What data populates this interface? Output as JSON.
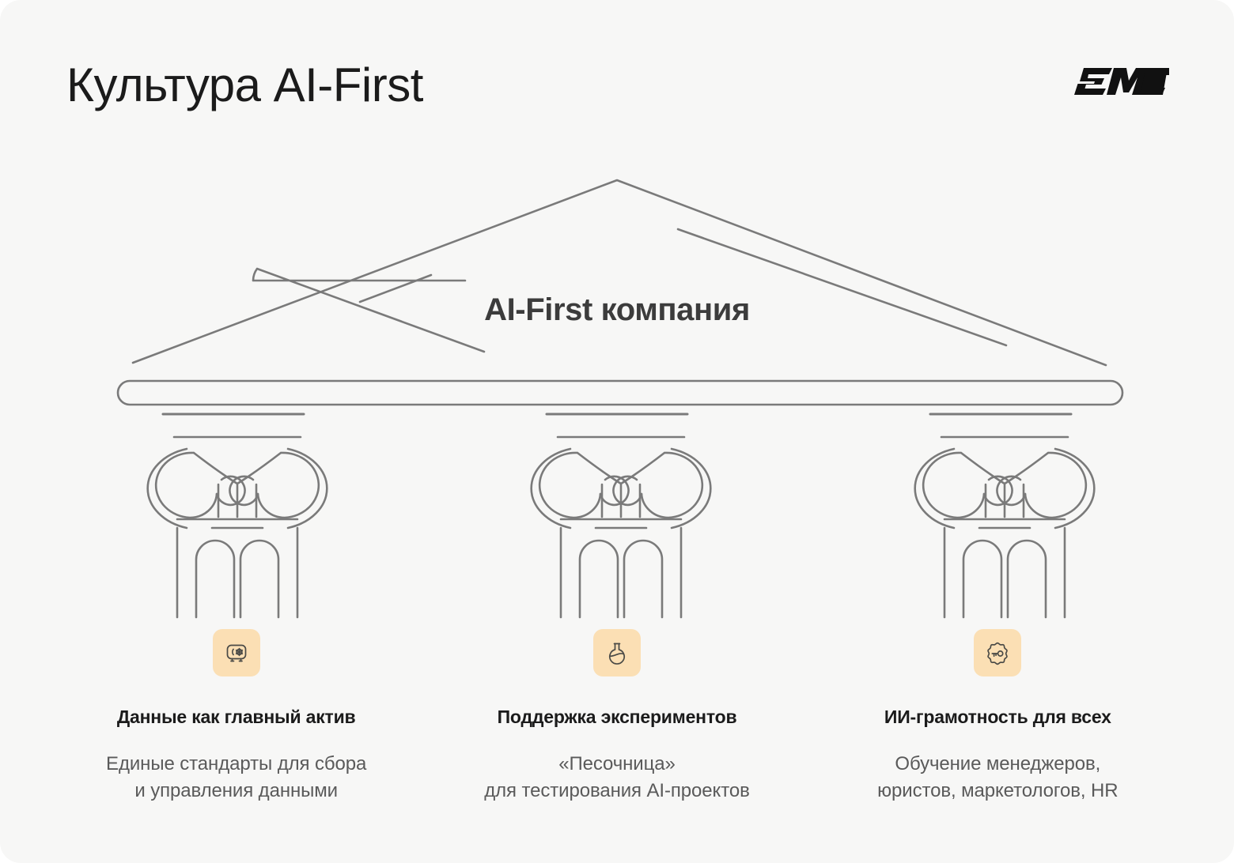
{
  "page": {
    "title": "Культура AI-First",
    "background_color": "#f7f7f6",
    "logo_text": "EMCD"
  },
  "temple": {
    "center_heading": "AI-First компания",
    "heading_color": "#3c3c3c",
    "line_color": "#7a7a7a"
  },
  "columns": [
    {
      "icon": "vault-icon",
      "icon_bg": "#fbdfb4",
      "title": "Данные как главный актив",
      "description_lines": [
        "Единые стандарты для сбора",
        "и управления данными"
      ]
    },
    {
      "icon": "flask-icon",
      "icon_bg": "#fbdfb4",
      "title": "Поддержка экспериментов",
      "description_lines": [
        "«Песочница»",
        "для тестирования AI-проектов"
      ]
    },
    {
      "icon": "key-badge-icon",
      "icon_bg": "#fbdfb4",
      "title": "ИИ-грамотность для всех",
      "description_lines": [
        "Обучение менеджеров,",
        "юристов, маркетологов, HR"
      ]
    }
  ]
}
